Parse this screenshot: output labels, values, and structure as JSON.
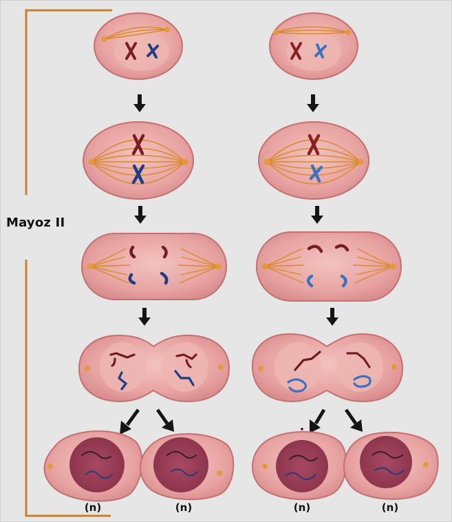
{
  "stage_label": "Mayoz II",
  "daughter_labels": [
    "(n)",
    "(n)",
    "(n)",
    "(n)"
  ],
  "colors": {
    "background": "#e6e6e6",
    "bracket": "#c9802a",
    "cell_fill": "#e7a3a1",
    "cell_edge": "#c46f70",
    "cell_inner": "#edb6b2",
    "nucleus": "#9b3d55",
    "spindle": "#d88a28",
    "centrosome": "#e49a3a",
    "chromosome_red": "#7a1d22",
    "chromosome_blue_left": "#1f3d86",
    "chromosome_blue_right": "#3a72c2",
    "arrow": "#151515"
  },
  "icons": [
    "down-arrow-icon",
    "diagonal-arrow-icon",
    "centrosome-icon",
    "chromosome-icon"
  ]
}
